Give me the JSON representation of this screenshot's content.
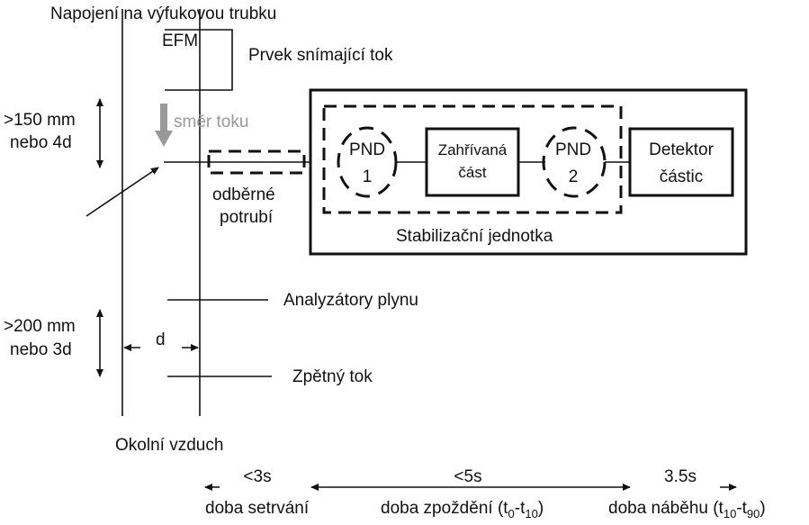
{
  "labels": {
    "exhaust_connection": "Napojení na výfukovou trubku",
    "efm": "EFM",
    "flow_sensing_element": "Prvek snímající tok",
    "flow_direction": "směr toku",
    "dist_upper_1": ">150 mm",
    "dist_upper_2": "nebo 4d",
    "sampling_line_1": "odběrné",
    "sampling_line_2": "potrubí",
    "stabilization_unit": "Stabilizační jednotka",
    "pnd1_line1": "PND",
    "pnd1_line2": "1",
    "heated_part_line1": "Zahřívaná",
    "heated_part_line2": "část",
    "pnd2_line1": "PND",
    "pnd2_line2": "2",
    "detector_line1": "Detektor",
    "detector_line2": "částic",
    "gas_analyzers": "Analyzátory plynu",
    "dist_lower_1": ">200 mm",
    "dist_lower_2": "nebo 3d",
    "diameter": "d",
    "backflow": "Zpětný tok",
    "ambient_air": "Okolní vzduch"
  },
  "timeline": {
    "residence_value": "<3s",
    "residence_label": "doba setrvání",
    "delay_value": "<5s",
    "delay_label_pre": "doba zpoždění (t",
    "delay_sub_start": "0",
    "delay_label_mid": "-t",
    "delay_sub_end": "10",
    "delay_label_post": ")",
    "rise_value": "3.5s",
    "rise_label_pre": "doba náběhu (t",
    "rise_sub_start": "10",
    "rise_label_mid": "-t",
    "rise_sub_end": "90",
    "rise_label_post": ")"
  },
  "colors": {
    "line": "#111111",
    "flow_arrow": "#999999"
  }
}
